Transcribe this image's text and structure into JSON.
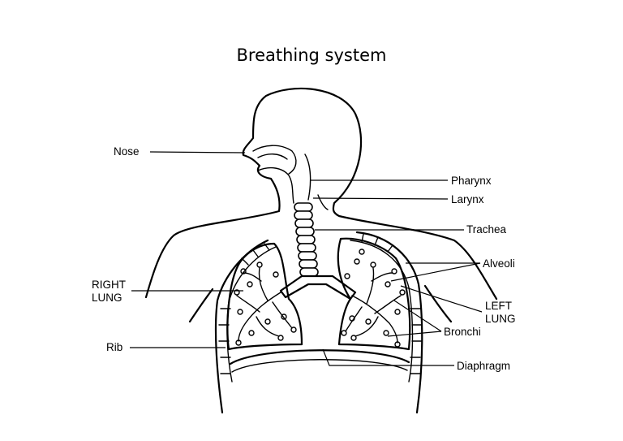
{
  "title": "Breathing system",
  "labels": {
    "nose": "Nose",
    "pharynx": "Pharynx",
    "larynx": "Larynx",
    "trachea": "Trachea",
    "alveoli": "Alveoli",
    "right_lung_1": "RIGHT",
    "right_lung_2": "LUNG",
    "left_lung_1": "LEFT",
    "left_lung_2": "LUNG",
    "bronchi": "Bronchi",
    "rib": "Rib",
    "diaphragm": "Diaphragm"
  }
}
